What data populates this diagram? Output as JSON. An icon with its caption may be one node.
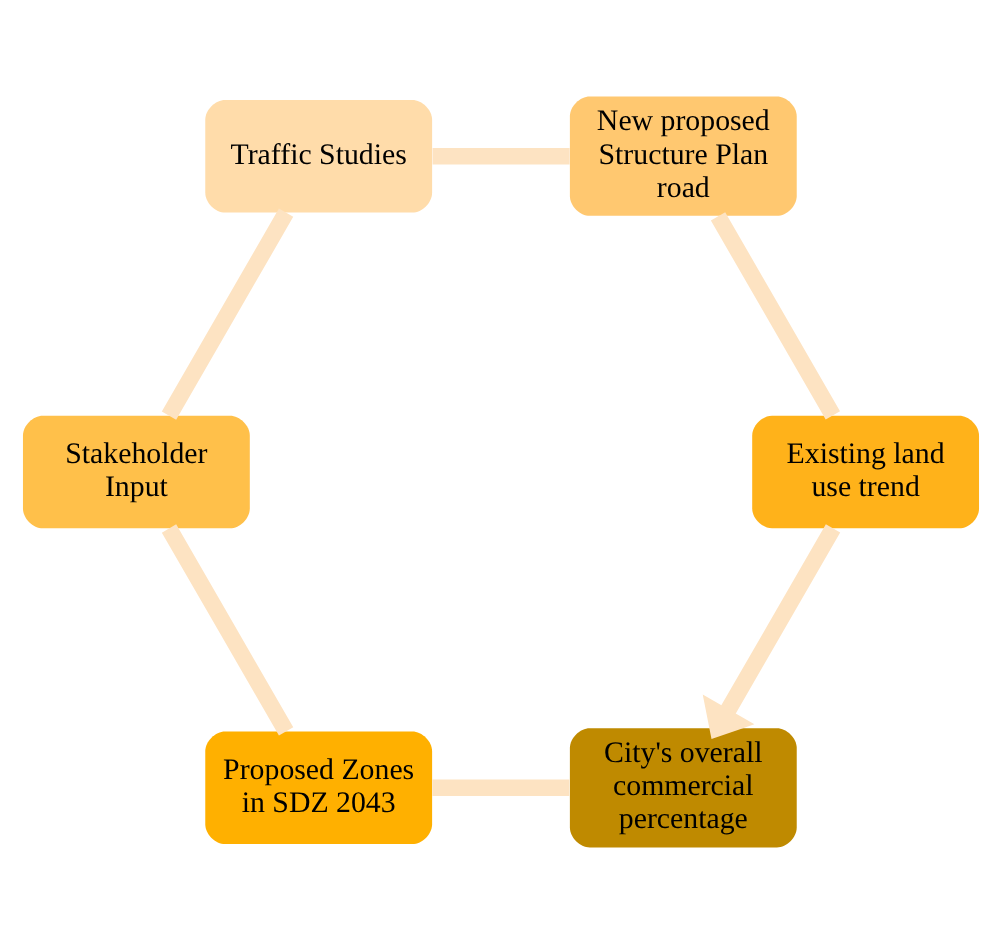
{
  "diagram": {
    "nodes": [
      {
        "text": [
          "City's overall commercial percentage"
        ]
      },
      {
        "text": [
          "Proposed Zones in SDZ 2043"
        ]
      },
      {
        "text": [
          "Stakeholder Input"
        ]
      },
      {
        "text": [
          "Traffic Studies"
        ]
      },
      {
        "text": [
          "New proposed Structure Plan road"
        ]
      },
      {
        "text": [
          "Existing land use trend"
        ]
      }
    ],
    "edges": [
      {
        "from": 0,
        "to": 1,
        "arrow": "none"
      },
      {
        "from": 1,
        "to": 2,
        "arrow": "none"
      },
      {
        "from": 2,
        "to": 3,
        "arrow": "none"
      },
      {
        "from": 3,
        "to": 4,
        "arrow": "none"
      },
      {
        "from": 4,
        "to": 5,
        "arrow": "none"
      },
      {
        "from": 5,
        "to": 0,
        "arrow": "to"
      }
    ]
  }
}
